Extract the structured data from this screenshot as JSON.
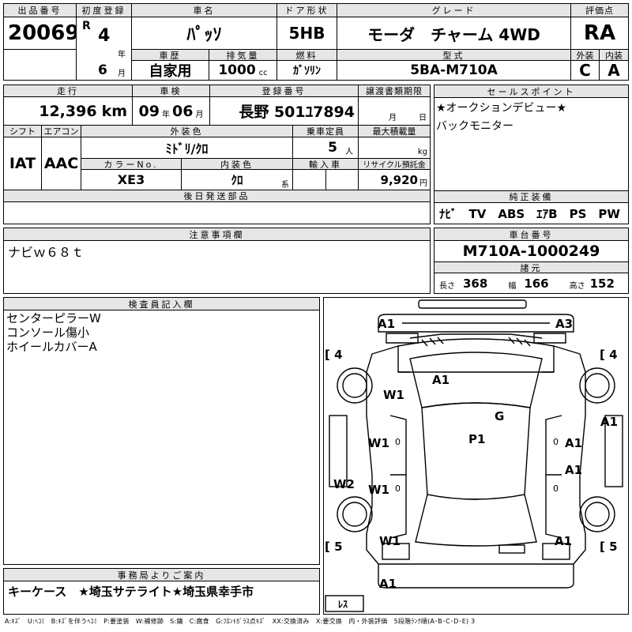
{
  "top": {
    "auction_no_label": "出品番号",
    "auction_no": "20069",
    "first_reg_label": "初度登録",
    "era": "R",
    "reg_year": "4",
    "year_unit": "年",
    "reg_month": "6",
    "month_unit": "月",
    "car_name_label": "車名",
    "car_name": "ﾊﾟｯｿ",
    "door_label": "ドア形状",
    "door": "5HB",
    "grade_label": "グレード",
    "grade": "モーダ　チャーム 4WD",
    "score_label": "評価点",
    "score": "RA",
    "history_label": "車歴",
    "history": "自家用",
    "displacement_label": "排気量",
    "displacement": "1000",
    "cc_unit": "cc",
    "fuel_label": "燃料",
    "fuel": "ｶﾞｿﾘﾝ",
    "model_label": "型式",
    "model": "5BA-M710A",
    "exterior_label": "外装",
    "exterior": "C",
    "interior_label": "内装",
    "interior": "A"
  },
  "mid": {
    "mileage_label": "走行",
    "mileage": "12,396",
    "km_unit": "km",
    "inspection_label": "車検",
    "insp_year": "09",
    "insp_month": "06",
    "year_unit": "年",
    "month_unit": "月",
    "plate_label": "登録番号",
    "plate": "長野 501ﾕ7894",
    "transfer_label": "譲渡書類期限",
    "transfer_month_unit": "月",
    "transfer_day_unit": "日",
    "shift_label": "シフト",
    "shift": "IAT",
    "ac_label": "エアコン",
    "ac": "AAC",
    "color_label": "外装色",
    "color": "ﾐﾄﾞﾘ/ｸﾛ",
    "capacity_label": "乗車定員",
    "capacity": "5",
    "capacity_unit": "人",
    "loadcap_label": "最大積載量",
    "loadcap_unit": "kg",
    "color_no_label": "カラーNo.",
    "color_no": "XE3",
    "int_color_label": "内装色",
    "int_color": "ｸﾛ",
    "int_color_unit": "系",
    "import_label": "輸入車",
    "recycle_label": "リサイクル預託金",
    "recycle": "9,920",
    "recycle_unit": "円",
    "later_parts_label": "後日発送部品"
  },
  "sales": {
    "label": "セールスポイント",
    "lines": [
      "★オークションデビュー★",
      "バックモニター"
    ]
  },
  "equip": {
    "label": "純正装備",
    "value": "ﾅﾋﾞ　TV　ABS　ｴｱB　PS　PW"
  },
  "notes": {
    "label": "注意事項欄",
    "value": "ナビｗ６８ｔ"
  },
  "chassis": {
    "label": "車台番号",
    "value": "M710A-1000249",
    "specs_label": "諸元",
    "length_label": "長さ",
    "length": "368",
    "width_label": "幅",
    "width": "166",
    "height_label": "高さ",
    "height": "152"
  },
  "inspector": {
    "label": "検査員記入欄",
    "lines": [
      "センターピラーW",
      "コンソール傷小",
      "ホイールカバーA"
    ]
  },
  "office": {
    "label": "事務局よりご案内",
    "value": "キーケース　★埼玉サテライト★埼玉県幸手市"
  },
  "diagram": {
    "marks": {
      "front_left": "A1",
      "front_right": "A3",
      "hood": "A1",
      "left_fender": "W1",
      "roof_g": "G",
      "roof_p": "P1",
      "right_pillar": "A1",
      "left_door_front": "W1",
      "right_door_front": "A1",
      "right_door_rear": "A1",
      "left_rocker": "W2",
      "left_door_rear": "W1",
      "left_quarter": "W1",
      "right_quarter": "A1",
      "rear_bumper": "A1"
    },
    "tires": {
      "front_left": "4",
      "front_right": "4",
      "rear_left": "5",
      "rear_right": "5",
      "spare": "ﾚｽ"
    },
    "zero_marks": [
      "0",
      "0",
      "0",
      "0"
    ]
  },
  "legend": "A:ｷｽﾞ　U:ﾍｺﾐ　B:ｷｽﾞを伴うﾍｺﾐ　P:要塗装　W:補修跡　S:錆　C:腐食　G:ﾌﾛﾝﾄｶﾞﾗｽ点ｷｽﾞ　XX:交換済み　X:要交換　内・外装評価　5段階ﾗﾝｸ順(A･B･C･D･E) 3"
}
